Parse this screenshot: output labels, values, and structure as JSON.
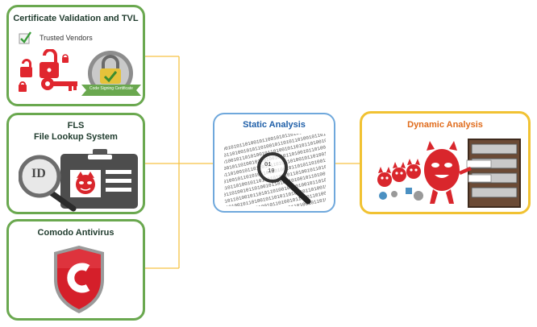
{
  "boxes": {
    "cert": {
      "title": "Certificate Validation and TVL",
      "checkbox_label": "Trusted Vendors",
      "badge_text": "Code Signing Certificate"
    },
    "fls": {
      "title_line1": "FLS",
      "title_line2": "File Lookup System",
      "id_text": "ID"
    },
    "av": {
      "title": "Comodo Antivirus"
    },
    "static": {
      "title": "Static Analysis"
    },
    "dynamic": {
      "title": "Dynamic Analysis"
    }
  },
  "colors": {
    "green_border": "#6aa84f",
    "blue_border": "#6fa8dc",
    "gold_border": "#f1c232",
    "connector": "#f6c244",
    "title_dark": "#1f3b2d",
    "static_title": "#1f5fa8",
    "dynamic_title": "#e06b1b",
    "shield_red": "#d51f2a",
    "devil_red": "#d9262c"
  },
  "icons": [
    "lock-icon",
    "key-icon",
    "padlock-badge-icon",
    "id-badge-icon",
    "magnifier-icon",
    "comodo-shield-icon",
    "devil-malware-icon",
    "file-cabinet-icon"
  ]
}
